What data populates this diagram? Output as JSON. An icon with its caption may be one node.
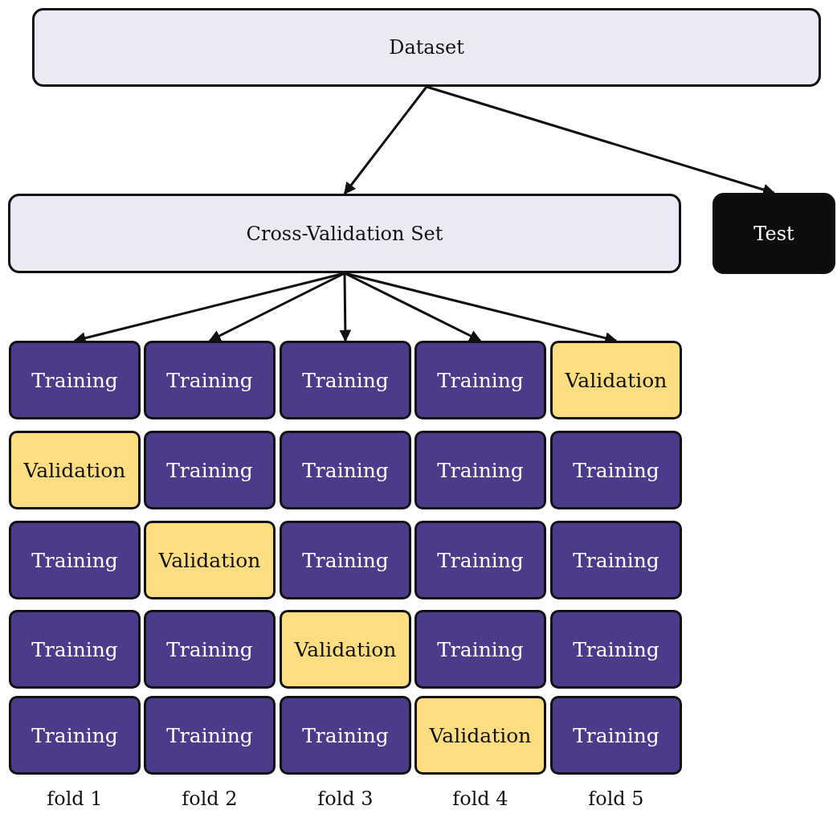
{
  "diagram": {
    "nodes": [
      {
        "text": [
          "Dataset"
        ]
      },
      {
        "text": [
          "Cross-Validation Set"
        ]
      },
      {
        "text": [
          "Test"
        ]
      },
      {
        "text": [
          "Training"
        ]
      },
      {
        "text": [
          "Training"
        ]
      },
      {
        "text": [
          "Training"
        ]
      },
      {
        "text": [
          "Training"
        ]
      },
      {
        "text": [
          "Validation"
        ]
      },
      {
        "text": [
          "Validation"
        ]
      },
      {
        "text": [
          "Training"
        ]
      },
      {
        "text": [
          "Training"
        ]
      },
      {
        "text": [
          "Training"
        ]
      },
      {
        "text": [
          "Training"
        ]
      },
      {
        "text": [
          "Training"
        ]
      },
      {
        "text": [
          "Validation"
        ]
      },
      {
        "text": [
          "Training"
        ]
      },
      {
        "text": [
          "Training"
        ]
      },
      {
        "text": [
          "Training"
        ]
      },
      {
        "text": [
          "Training"
        ]
      },
      {
        "text": [
          "Training"
        ]
      },
      {
        "text": [
          "Validation"
        ]
      },
      {
        "text": [
          "Training"
        ]
      },
      {
        "text": [
          "Training"
        ]
      },
      {
        "text": [
          "Training"
        ]
      },
      {
        "text": [
          "Training"
        ]
      },
      {
        "text": [
          "Training"
        ]
      },
      {
        "text": [
          "Validation"
        ]
      },
      {
        "text": [
          "Training"
        ]
      }
    ],
    "edges": [
      {
        "from": 0,
        "to": 1,
        "arrow": "to"
      },
      {
        "from": 0,
        "to": 2,
        "arrow": "to"
      },
      {
        "from": 1,
        "to": 3,
        "arrow": "to"
      },
      {
        "from": 1,
        "to": 4,
        "arrow": "to"
      },
      {
        "from": 1,
        "to": 5,
        "arrow": "to"
      },
      {
        "from": 1,
        "to": 6,
        "arrow": "to"
      },
      {
        "from": 1,
        "to": 7,
        "arrow": "to"
      }
    ],
    "labels": [
      "fold 1",
      "fold 2",
      "fold 3",
      "fold 4",
      "fold 5"
    ]
  }
}
